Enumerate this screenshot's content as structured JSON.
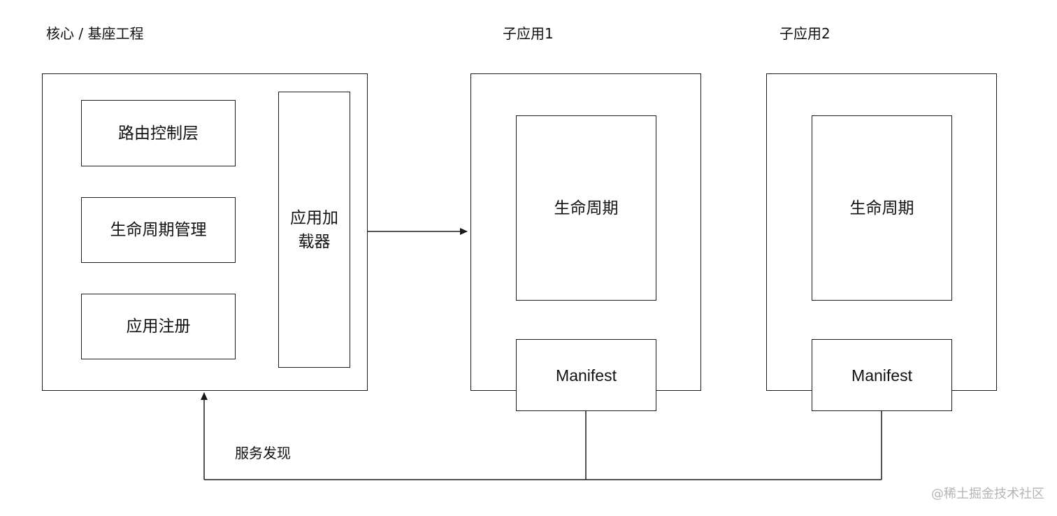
{
  "core": {
    "title": "核心 / 基座工程",
    "modules": [
      {
        "label": "路由控制层"
      },
      {
        "label": "生命周期管理"
      },
      {
        "label": "应用注册"
      }
    ],
    "loader": {
      "line1": "应用加",
      "line2": "载器"
    }
  },
  "sub_apps": [
    {
      "title": "子应用1",
      "lifecycle": "生命周期",
      "manifest": "Manifest"
    },
    {
      "title": "子应用2",
      "lifecycle": "生命周期",
      "manifest": "Manifest"
    }
  ],
  "service_discovery": "服务发现",
  "watermark": "@稀土掘金技术社区",
  "colors": {
    "stroke": "#1a1a1a",
    "text": "#111111",
    "watermark": "#b5b5b5"
  }
}
